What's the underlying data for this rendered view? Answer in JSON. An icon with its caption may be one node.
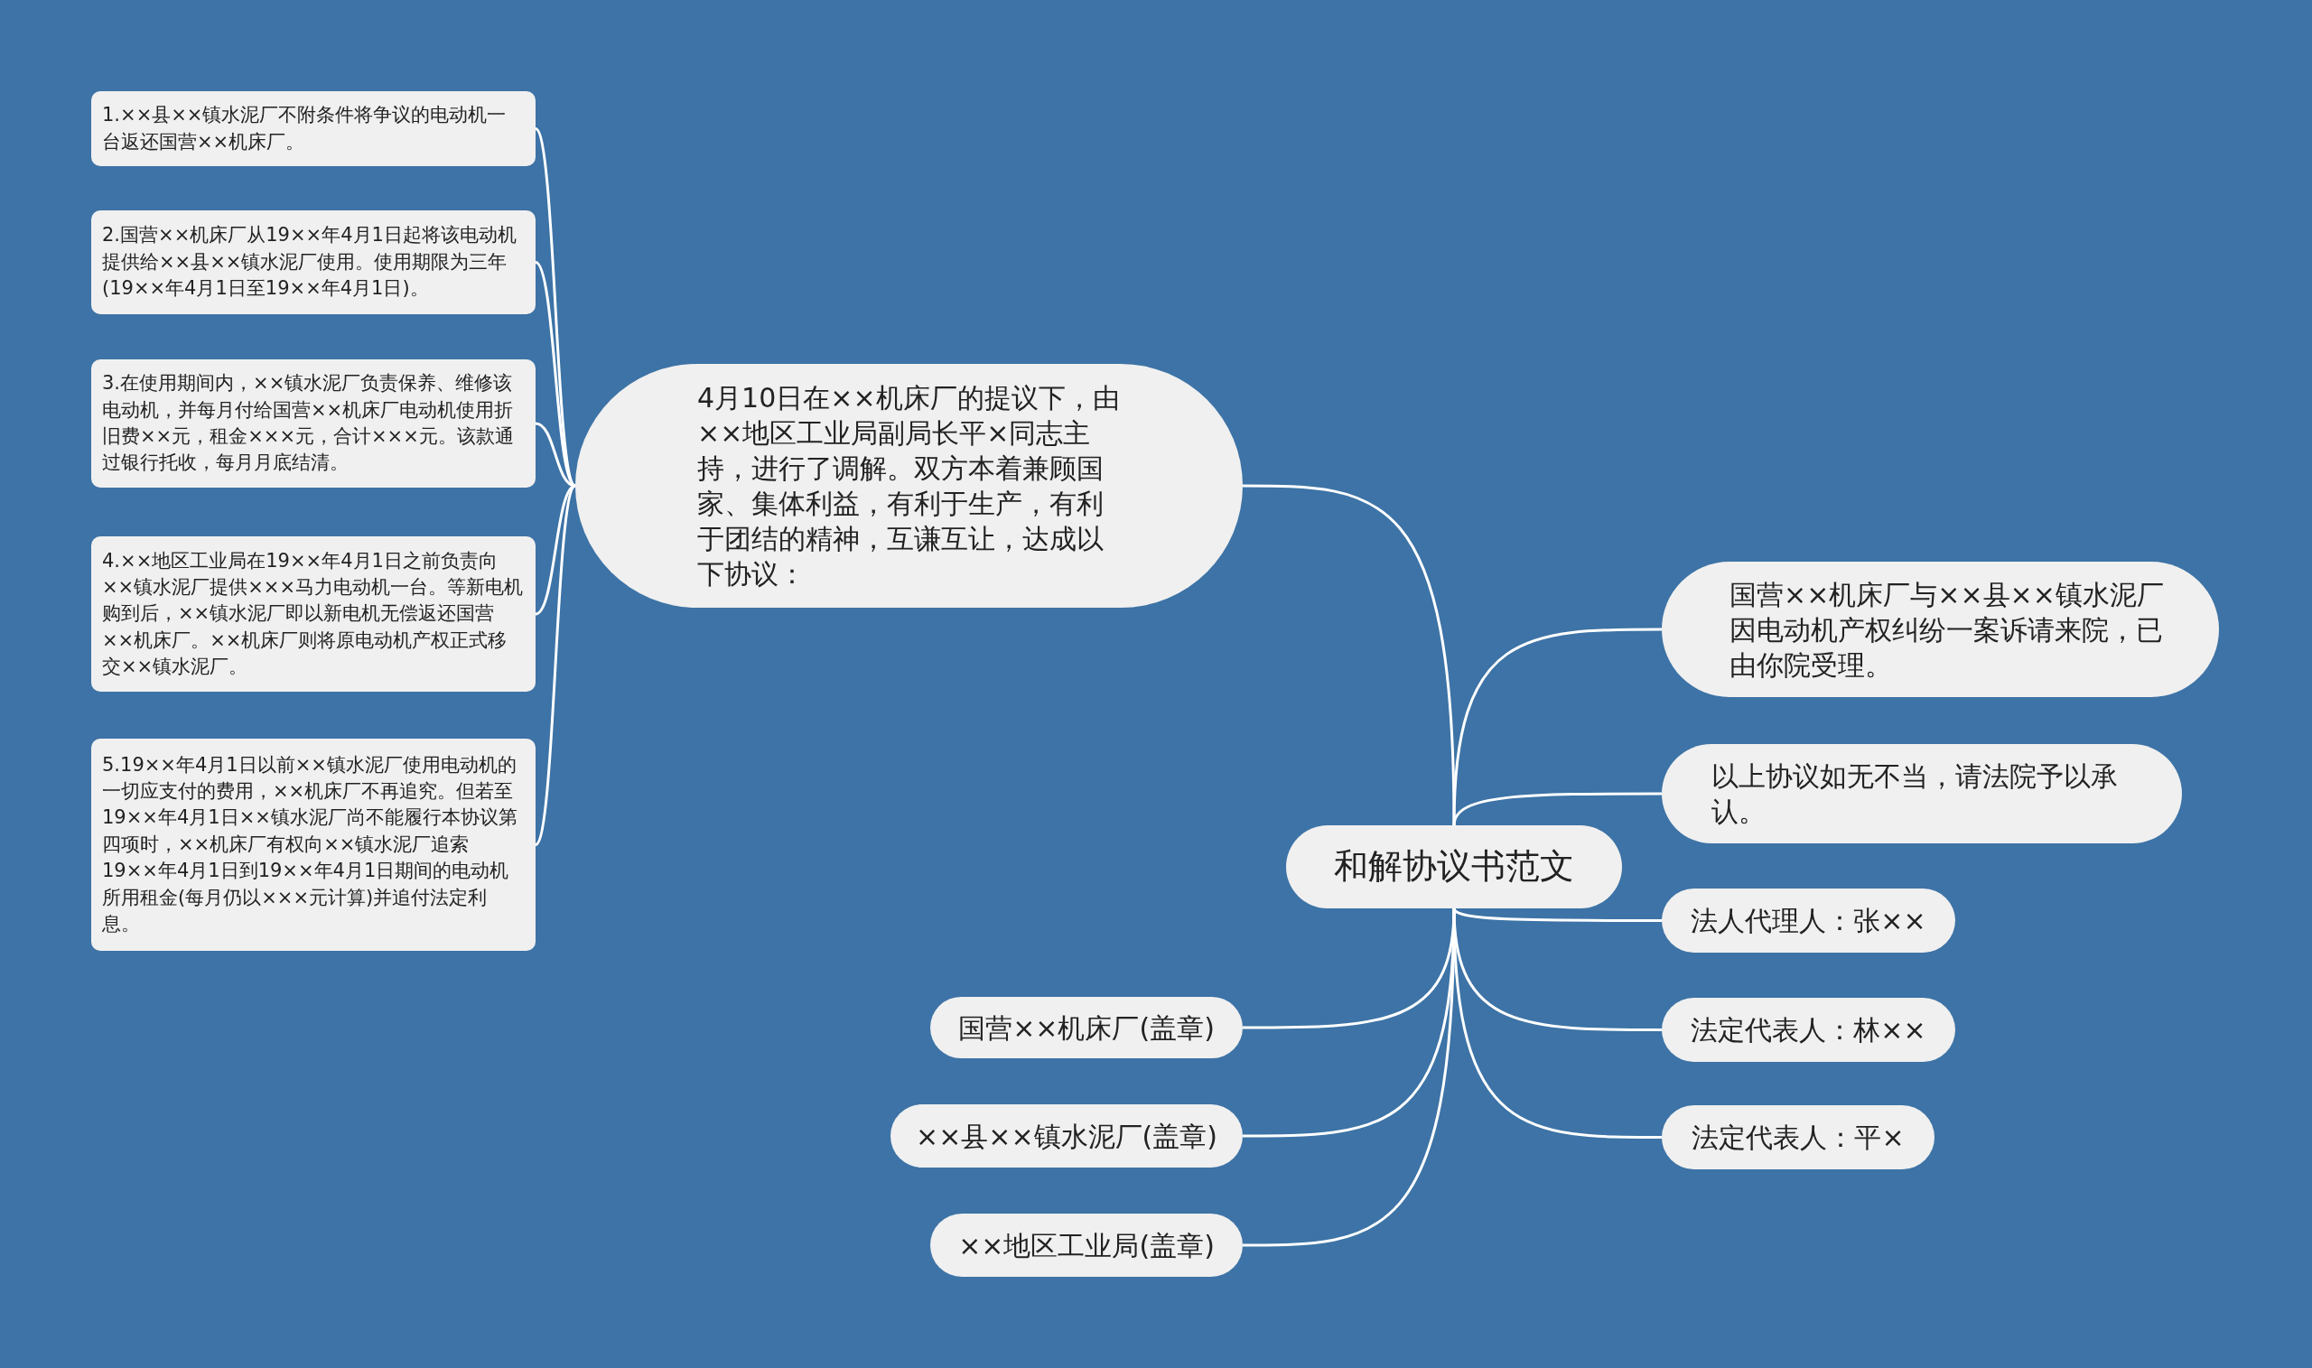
{
  "diagram": {
    "nodes": [
      {
        "text": [
          "和解协议书范文"
        ]
      },
      {
        "text": [
          "4月10日在××机床厂的提议下，由××地区工业局副局长平×同志主持，进行了调解。双方本着兼顾国家、集体利益，有利于生产，有利于团结的精神，互谦互让，达成以下协议："
        ]
      },
      {
        "text": [
          "1.××县××镇水泥厂不附条件将争议的电动机一台返还国营××机床厂。"
        ]
      },
      {
        "text": [
          "2.国营××机床厂从19××年4月1日起将该电动机提供给××县××镇水泥厂使用。使用期限为三年(19××年4月1日至19××年4月1日)。"
        ]
      },
      {
        "text": [
          "3.在使用期间内，××镇水泥厂负责保养、维修该电动机，并每月付给国营××机床厂电动机使用折旧费××元，租金×××元，合计×××元。该款通过银行托收，每月月底结清。"
        ]
      },
      {
        "text": [
          "4.××地区工业局在19××年4月1日之前负责向××镇水泥厂提供×××马力电动机一台。等新电机购到后，××镇水泥厂即以新电机无偿返还国营××机床厂。××机床厂则将原电动机产权正式移交××镇水泥厂。"
        ]
      },
      {
        "text": [
          "5.19××年4月1日以前××镇水泥厂使用电动机的一切应支付的费用，××机床厂不再追究。但若至19××年4月1日××镇水泥厂尚不能履行本协议第四项时，××机床厂有权向××镇水泥厂追索19××年4月1日到19××年4月1日期间的电动机所用租金(每月仍以×××元计算)并追付法定利息。"
        ]
      },
      {
        "text": [
          "国营××机床厂与××县××镇水泥厂因电动机产权纠纷一案诉请来院，已由你院受理。"
        ]
      },
      {
        "text": [
          "以上协议如无不当，请法院予以承认。"
        ]
      },
      {
        "text": [
          "法人代理人：张××"
        ]
      },
      {
        "text": [
          "法定代表人：林××"
        ]
      },
      {
        "text": [
          "法定代表人：平×"
        ]
      },
      {
        "text": [
          "国营××机床厂(盖章)"
        ]
      },
      {
        "text": [
          "××县××镇水泥厂(盖章)"
        ]
      },
      {
        "text": [
          "××地区工业局(盖章)"
        ]
      }
    ],
    "edges": [
      {
        "from": 0,
        "to": 1,
        "arrow": "none"
      },
      {
        "from": 1,
        "to": 2,
        "arrow": "none"
      },
      {
        "from": 1,
        "to": 3,
        "arrow": "none"
      },
      {
        "from": 1,
        "to": 4,
        "arrow": "none"
      },
      {
        "from": 1,
        "to": 5,
        "arrow": "none"
      },
      {
        "from": 1,
        "to": 6,
        "arrow": "none"
      },
      {
        "from": 0,
        "to": 7,
        "arrow": "none"
      },
      {
        "from": 0,
        "to": 8,
        "arrow": "none"
      },
      {
        "from": 0,
        "to": 9,
        "arrow": "none"
      },
      {
        "from": 0,
        "to": 10,
        "arrow": "none"
      },
      {
        "from": 0,
        "to": 11,
        "arrow": "none"
      },
      {
        "from": 0,
        "to": 12,
        "arrow": "none"
      },
      {
        "from": 0,
        "to": 13,
        "arrow": "none"
      },
      {
        "from": 0,
        "to": 14,
        "arrow": "none"
      }
    ]
  }
}
